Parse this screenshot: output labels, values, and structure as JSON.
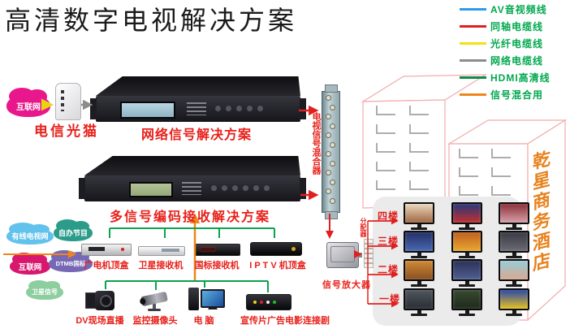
{
  "title": "高清数字电视解决方案",
  "legend": [
    {
      "label": "AV音视频线",
      "color": "#2d9be8"
    },
    {
      "label": "同轴电缆线",
      "color": "#e02020"
    },
    {
      "label": "光纤电缆线",
      "color": "#f2e211"
    },
    {
      "label": "网络电缆线",
      "color": "#8c8c8c"
    },
    {
      "label": "HDMI高清线",
      "color": "#0e8a44"
    },
    {
      "label": "信号混合用",
      "color": "#f08519"
    }
  ],
  "legend_text_color": "#00a84e",
  "clouds": {
    "internet_top": {
      "label": "互联网",
      "color": "#e8188c"
    },
    "sources": [
      {
        "label": "有线电视网",
        "color": "#62c2ec"
      },
      {
        "label": "自办节目",
        "color": "#2c9c8a"
      },
      {
        "label": "互联网",
        "color": "#d8186e"
      },
      {
        "label": "DTMB国标",
        "color": "#7668b4"
      },
      {
        "label": "卫星信号",
        "color": "#8cce9e"
      }
    ]
  },
  "modem": {
    "label": "电信光猫"
  },
  "rack1": {
    "label": "网络信号解决方案"
  },
  "rack2": {
    "label": "多信号编码接收解决方案"
  },
  "mixer": {
    "label": "电视信号混合器"
  },
  "amplifier": {
    "label": "信号放大器"
  },
  "splitter": {
    "label": "分配器"
  },
  "floors": [
    {
      "label": "四楼"
    },
    {
      "label": "三楼"
    },
    {
      "label": "二楼"
    },
    {
      "label": "一楼"
    }
  ],
  "devices_row1": [
    {
      "label": "广电机顶盒"
    },
    {
      "label": "卫星接收机"
    },
    {
      "label": "国标接收机"
    },
    {
      "label": "I P T V 机顶盒"
    }
  ],
  "devices_row2": [
    {
      "label": "DV现场直播"
    },
    {
      "label": "监控摄像头"
    },
    {
      "label": "电 脑"
    },
    {
      "label": "宣传片广告电影连接剧"
    }
  ],
  "hotel": {
    "name": "乾星商务酒店"
  },
  "accent_red": "#e02020",
  "tv_screens": [
    [
      "#e8d8c0",
      "#a06840"
    ],
    [
      "#28387a",
      "#c03030"
    ],
    [
      "#8a3038",
      "#d8a0a8"
    ],
    [
      "#243068",
      "#4868b0"
    ],
    [
      "#c06020",
      "#e8a830"
    ],
    [
      "#3a3a44",
      "#6a6a74"
    ],
    [
      "#d08838",
      "#885020"
    ],
    [
      "#2a3058",
      "#506090"
    ],
    [
      "#98ccd8",
      "#d8a890"
    ],
    [
      "#50565e",
      "#2a2e34"
    ],
    [
      "#384a30",
      "#1e2a1c"
    ],
    [
      "#2848a8",
      "#e8c020"
    ]
  ]
}
